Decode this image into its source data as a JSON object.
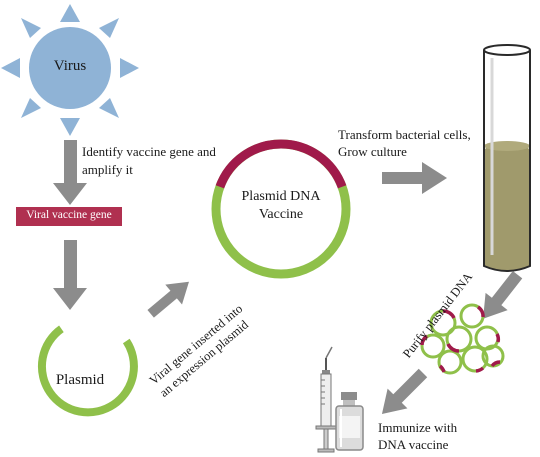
{
  "virus_label": "Virus",
  "step_identify": "Identify vaccine gene and\namplify it",
  "gene_box_label": "Viral vaccine gene",
  "plasmid_label": "Plasmid",
  "step_insert": "Viral gene inserted into\nan expression plasmid",
  "vaccine_plasmid_label": "Plasmid DNA\nVaccine",
  "step_transform": "Transform bacterial cells,\nGrow culture",
  "step_purify": "Purify plasmid DNA",
  "step_immunize": "Immunize with\nDNA vaccine",
  "colors": {
    "virus_fill": "#8fb3d6",
    "virus_spike": "#8fb3d6",
    "gene_box": "#b03050",
    "plasmid_green": "#8fc04a",
    "insert_maroon": "#a01a4a",
    "arrow_gray": "#8c8c8c",
    "culture_fill": "#a09a6c",
    "tube_outline": "#2a2a2a"
  }
}
